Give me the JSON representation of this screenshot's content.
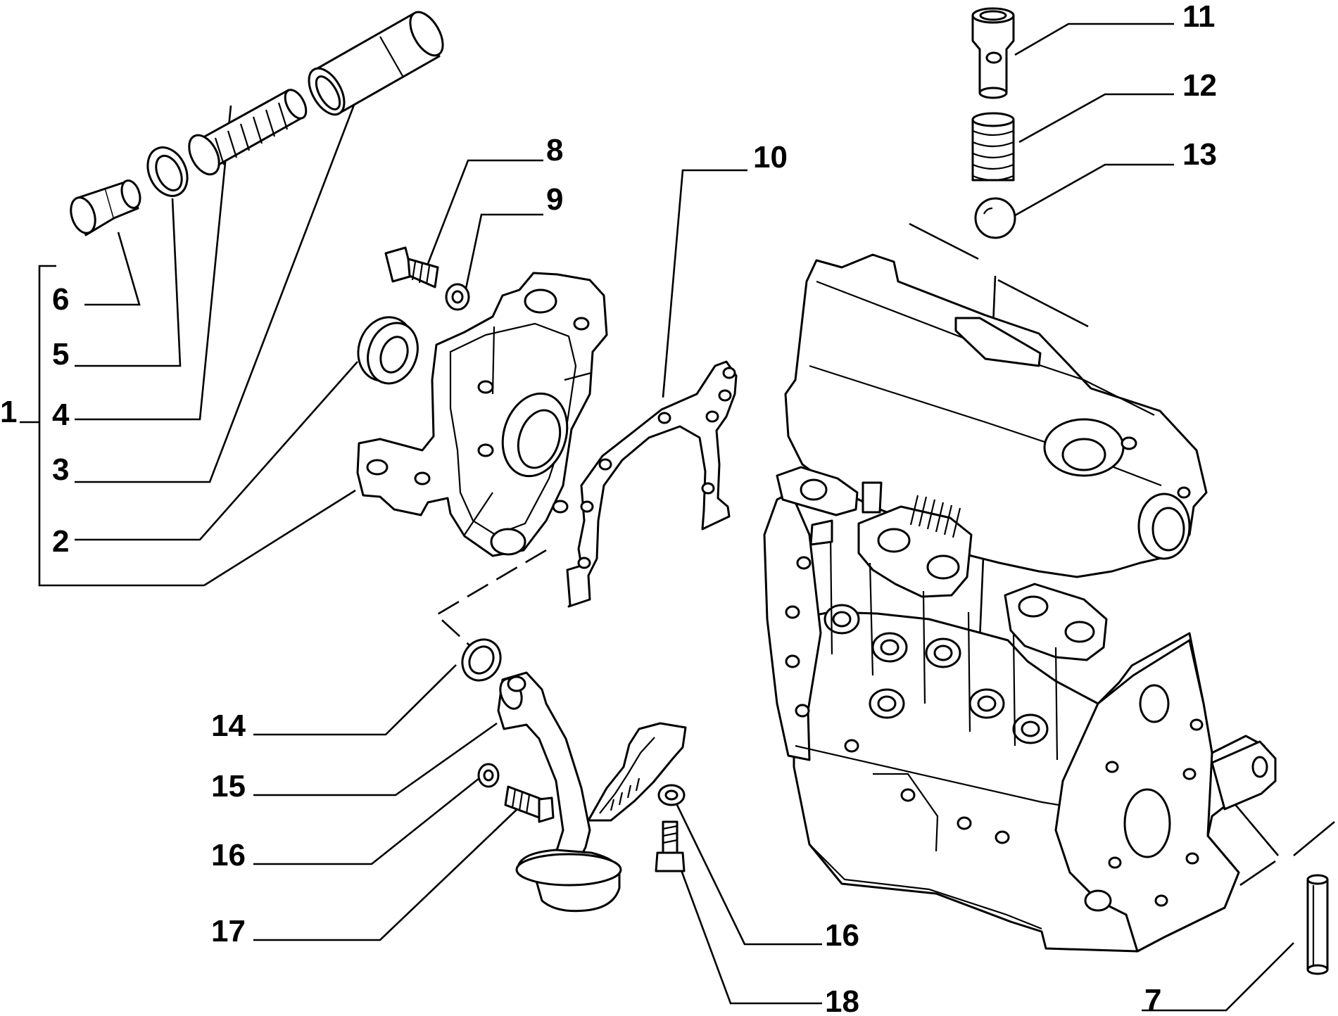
{
  "callouts": {
    "c1": "1",
    "c2": "2",
    "c3": "3",
    "c4": "4",
    "c5": "5",
    "c6": "6",
    "c7": "7",
    "c8": "8",
    "c9": "9",
    "c10": "10",
    "c11": "11",
    "c12": "12",
    "c13": "13",
    "c14": "14",
    "c15": "15",
    "c16a": "16",
    "c16b": "16",
    "c17": "17",
    "c18": "18"
  },
  "colors": {
    "ink": "#000000",
    "paper": "#ffffff"
  }
}
